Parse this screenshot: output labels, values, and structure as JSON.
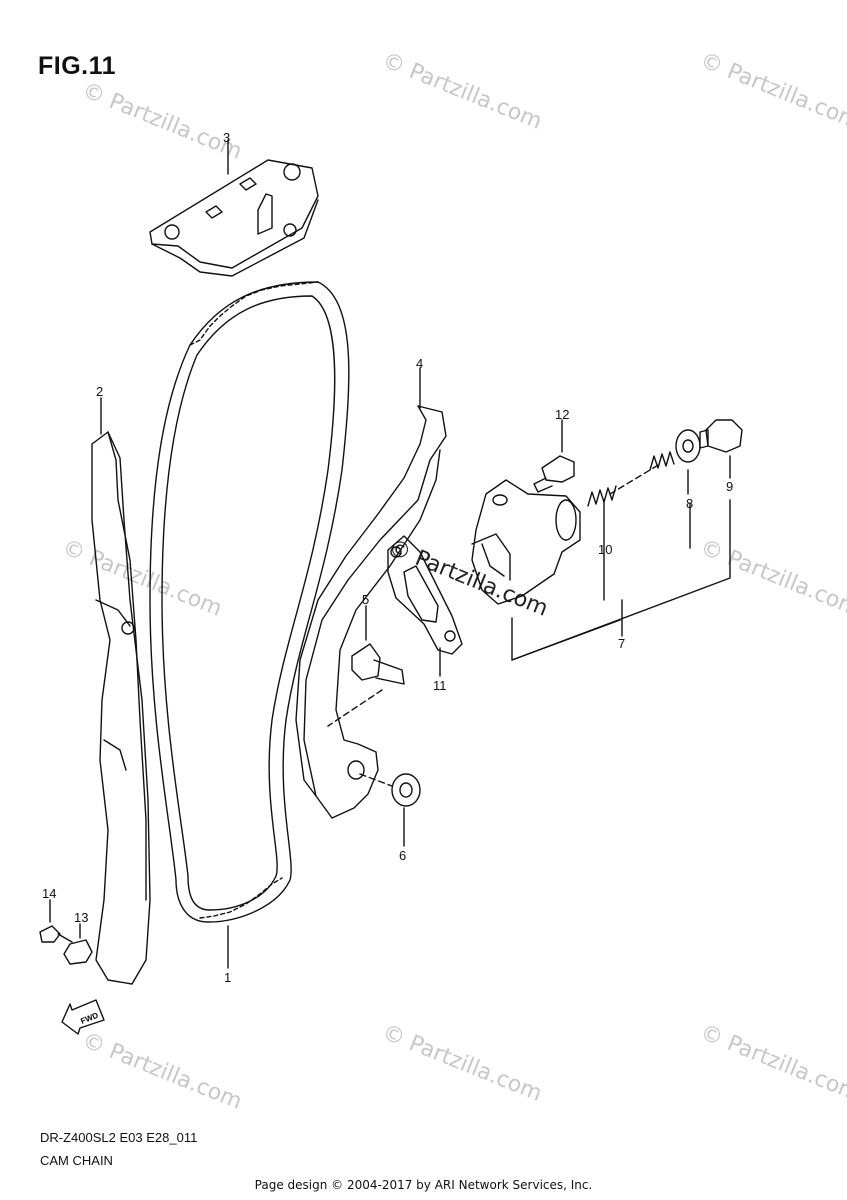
{
  "figure": {
    "title": "FIG.11",
    "code": "DR-Z400SL2 E03 E28_011",
    "name": "CAM CHAIN",
    "footer": "Page design © 2004-2017 by ARI Network Services, Inc.",
    "watermark": "© Partzilla.com",
    "fwd_label": "FWD"
  },
  "callouts": [
    "1",
    "2",
    "3",
    "4",
    "5",
    "6",
    "7",
    "8",
    "9",
    "10",
    "11",
    "12",
    "13",
    "14"
  ]
}
